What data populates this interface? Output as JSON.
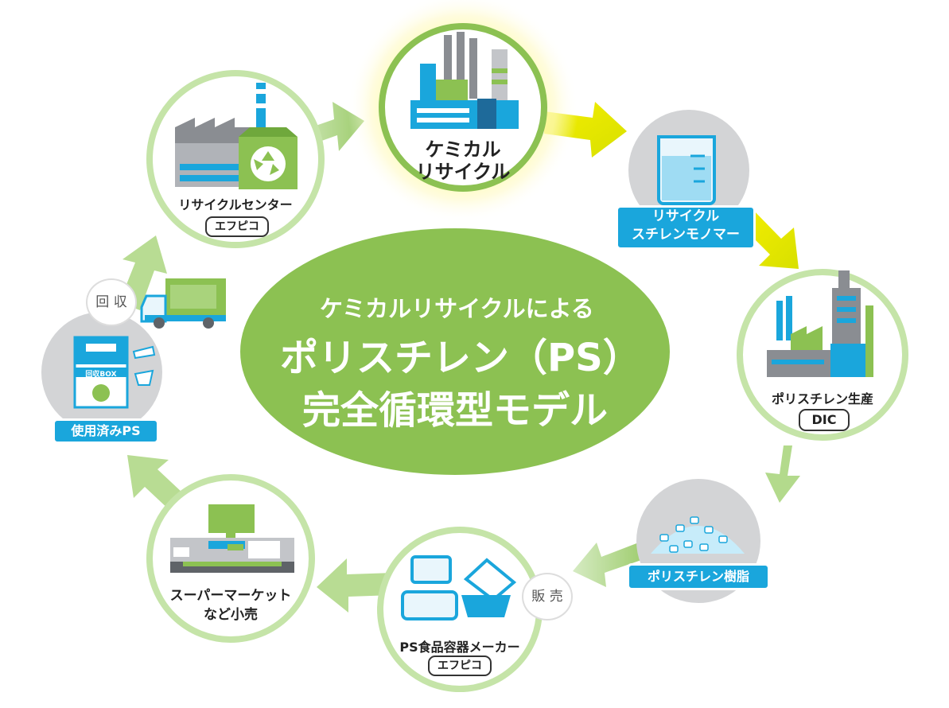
{
  "center": {
    "line1": "ケミカルリサイクルによる",
    "line2": "ポリスチレン（PS）",
    "line3": "完全循環型モデル"
  },
  "nodes": {
    "chemical_recycling": {
      "line1": "ケミカル",
      "line2": "リサイクル"
    },
    "styrene_monomer": {
      "line1": "リサイクル",
      "line2": "スチレンモノマー"
    },
    "ps_production": {
      "label": "ポリスチレン生産",
      "company": "DIC"
    },
    "ps_resin": {
      "label": "ポリスチレン樹脂"
    },
    "ps_container": {
      "label": "PS食品容器メーカー",
      "company": "エフピコ"
    },
    "supermarket": {
      "line1": "スーパーマーケット",
      "line2": "など小売"
    },
    "used_ps": {
      "label": "使用済みPS",
      "box_label": "回収BOX"
    },
    "recycle_center": {
      "label": "リサイクルセンター",
      "company": "エフピコ"
    }
  },
  "annotations": {
    "collection": "回 収",
    "sales": "販 売"
  },
  "colors": {
    "green": "#8bc34a",
    "light_green": "#c5e4a8",
    "blue": "#1aa6dc",
    "gray": "#d3d4d6",
    "yellow": "#f2e600"
  },
  "icons": [
    "factory-icon",
    "recycle-icon",
    "beaker-icon",
    "truck-icon",
    "recycle-box-icon",
    "store-icon",
    "food-container-icon",
    "resin-pellets-icon"
  ]
}
